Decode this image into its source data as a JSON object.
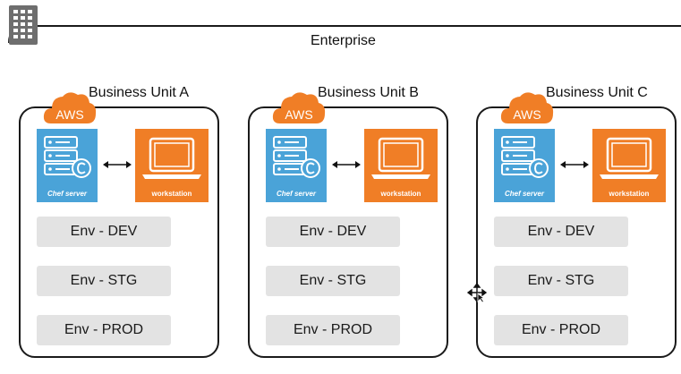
{
  "enterprise": {
    "title": "Enterprise"
  },
  "units": [
    {
      "title": "Business Unit A",
      "cloud_label": "AWS",
      "chef_server_label": "Chef server",
      "workstation_label": "workstation",
      "environments": [
        "Env - DEV",
        "Env - STG",
        "Env - PROD"
      ]
    },
    {
      "title": "Business Unit B",
      "cloud_label": "AWS",
      "chef_server_label": "Chef server",
      "workstation_label": "workstation",
      "environments": [
        "Env - DEV",
        "Env - STG",
        "Env - PROD"
      ]
    },
    {
      "title": "Business Unit C",
      "cloud_label": "AWS",
      "chef_server_label": "Chef server",
      "workstation_label": "workstation",
      "environments": [
        "Env - DEV",
        "Env - STG",
        "Env - PROD"
      ]
    }
  ],
  "colors": {
    "aws_orange": "#f07e26",
    "chef_blue": "#4aa3d8",
    "env_gray": "#e3e3e3",
    "border": "#1a1a1a"
  },
  "icons": [
    "building-icon",
    "aws-cloud-icon",
    "server-icon",
    "laptop-icon",
    "bidirectional-arrow-icon",
    "move-cursor-icon"
  ]
}
